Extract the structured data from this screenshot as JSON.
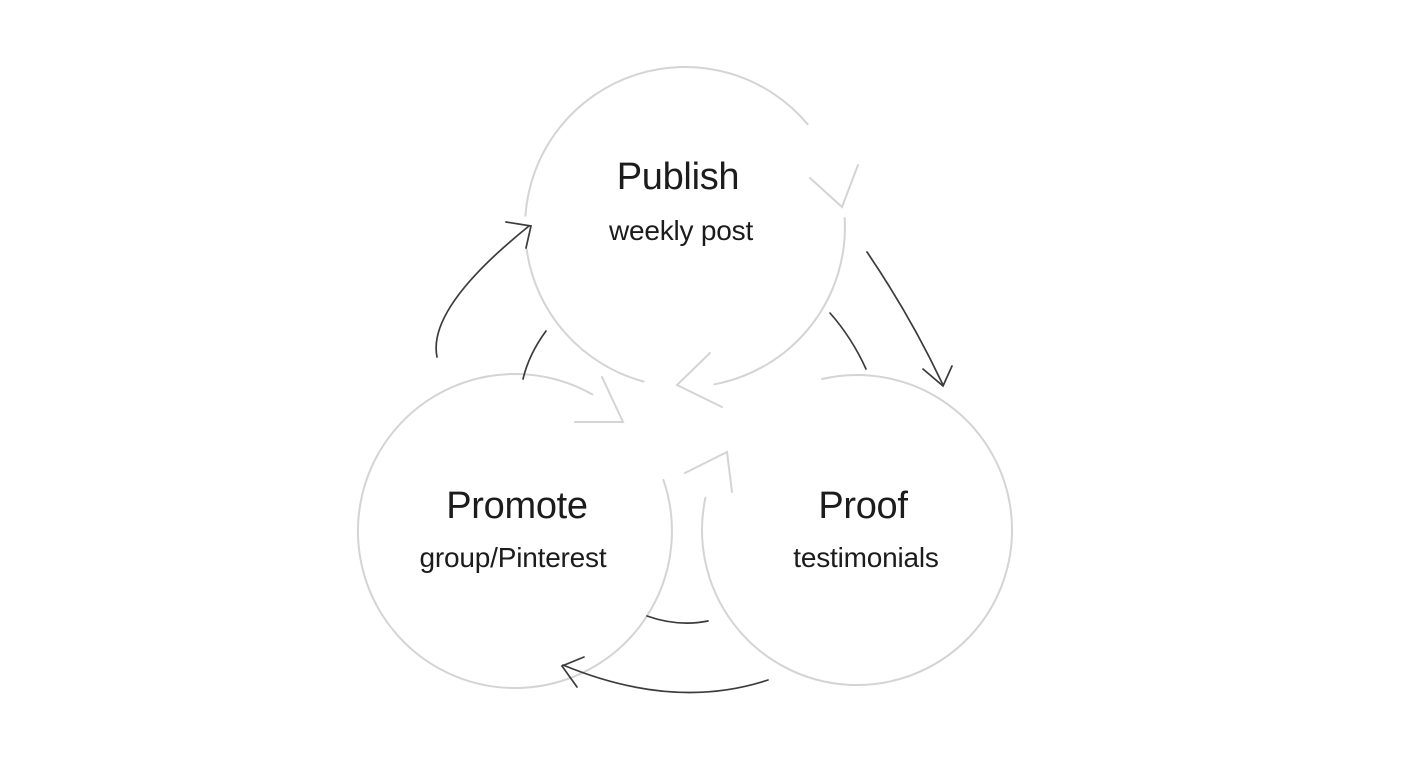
{
  "diagram": {
    "background_color": "#ffffff",
    "circle_stroke_color": "#d4d4d4",
    "arrow_color": "#3b3b3b",
    "text_color": "#1c1c1c",
    "nodes": [
      {
        "id": "publish",
        "title": "Publish",
        "subtitle": "weekly post"
      },
      {
        "id": "promote",
        "title": "Promote",
        "subtitle": "group/Pinterest"
      },
      {
        "id": "proof",
        "title": "Proof",
        "subtitle": "testimonials"
      }
    ],
    "flow_arrows": [
      {
        "from": "Publish",
        "to": "Proof"
      },
      {
        "from": "Proof",
        "to": "Promote"
      },
      {
        "from": "Promote",
        "to": "Publish"
      }
    ]
  }
}
